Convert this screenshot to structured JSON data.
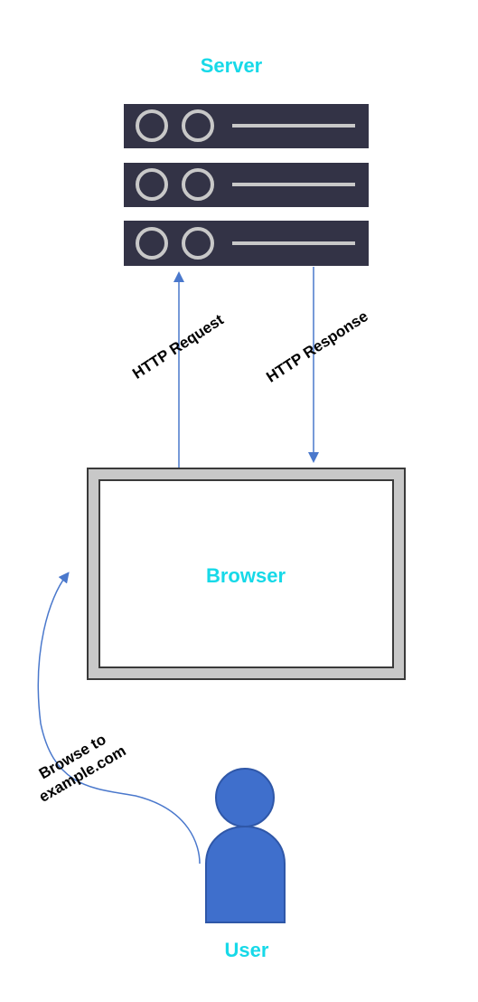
{
  "colors": {
    "label_accent": "#17d9e8",
    "server_body": "#333346",
    "server_detail": "#c8c8c8",
    "arrow": "#4a78cc",
    "user_fill": "#3f6fcc",
    "user_stroke": "#2f57a8",
    "browser_outer": "#c8c8c8",
    "browser_border": "#3a3a3a"
  },
  "server": {
    "label": "Server",
    "icon": "server-rack-icon",
    "unit_count": 3
  },
  "browser": {
    "label": "Browser",
    "icon": "browser-window-icon"
  },
  "user": {
    "label": "User",
    "icon": "person-icon"
  },
  "arrows": {
    "request_label": "HTTP Request",
    "response_label": "HTTP Response",
    "browse_label_line1": "Browse to",
    "browse_label_line2": "example.com"
  }
}
